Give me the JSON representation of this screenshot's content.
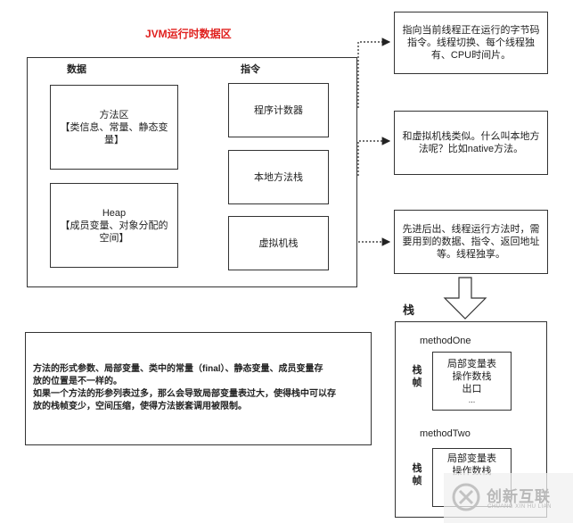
{
  "title": "JVM运行时数据区",
  "colors": {
    "title": "#e0201e",
    "border": "#333333",
    "watermark": "#c7c7c7"
  },
  "main_panel": {
    "data_heading": "数据",
    "instr_heading": "指令",
    "method_area": {
      "line1": "方法区",
      "line2": "【类信息、常量、静态变",
      "line3": "量】"
    },
    "heap": {
      "line1": "Heap",
      "line2": "【成员变量、对象分配的",
      "line3": "空间】"
    },
    "pc_register": "程序计数器",
    "native_stack": "本地方法栈",
    "vm_stack": "虚拟机栈"
  },
  "notes": {
    "pc": {
      "line1": "指向当前线程正在运行的字节码",
      "line2": "指令。线程切换、每个线程独",
      "line3": "有、CPU时间片。"
    },
    "native": {
      "line1": "和虚拟机栈类似。什么叫本地方",
      "line2": "法呢？比如native方法。"
    },
    "vm": {
      "line1": "先进后出、线程运行方法时，需",
      "line2": "要用到的数据、指令、返回地址",
      "line3": "等。线程独享。"
    }
  },
  "stack_panel": {
    "heading": "栈",
    "frame_label_1": "栈",
    "frame_label_2": "帧",
    "method_one": {
      "name": "methodOne",
      "items": [
        "局部变量表",
        "操作数栈",
        "出口",
        "..."
      ]
    },
    "method_two": {
      "name": "methodTwo",
      "items": [
        "局部变量表",
        "操作数栈"
      ]
    }
  },
  "description": {
    "line1": "方法的形式参数、局部变量、类中的常量（final）、静态变量、成员变量存",
    "line2": "放的位置是不一样的。",
    "line3": "如果一个方法的形参列表过多，那么会导致局部变量表过大，使得栈中可以存",
    "line4": "放的栈帧变少，空间压缩，使得方法嵌套调用被限制。"
  },
  "watermark": {
    "brand": "创新互联",
    "pinyin": "CHUANG XIN HU LIAN",
    "icon": "swirl-x-logo-icon"
  }
}
